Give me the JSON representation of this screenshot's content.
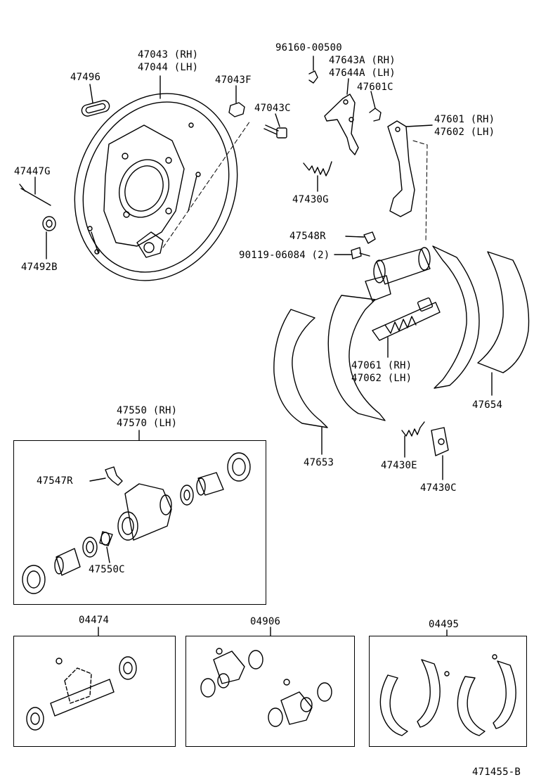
{
  "labels": {
    "p47043": "47043 (RH)",
    "p47044": "47044 (LH)",
    "p47496": "47496",
    "p47043f": "47043F",
    "p47043c": "47043C",
    "p47447g": "47447G",
    "p47492b": "47492B",
    "p96160": "96160-00500",
    "p47643a": "47643A (RH)",
    "p47644a": "47644A (LH)",
    "p47601c": "47601C",
    "p47601": "47601 (RH)",
    "p47602": "47602 (LH)",
    "p47430g": "47430G",
    "p47548r": "47548R",
    "p90119": "90119-06084 (2)",
    "p47061": "47061 (RH)",
    "p47062": "47062 (LH)",
    "p47654": "47654",
    "p47653": "47653",
    "p47430e": "47430E",
    "p47430c": "47430C",
    "p47550": "47550 (RH)",
    "p47570": "47570 (LH)",
    "p47547r": "47547R",
    "p47550c": "47550C",
    "p04474": "04474",
    "p04906": "04906",
    "p04495": "04495",
    "ref": "471455-B"
  },
  "colors": {
    "ink": "#000000",
    "paper": "#ffffff"
  }
}
